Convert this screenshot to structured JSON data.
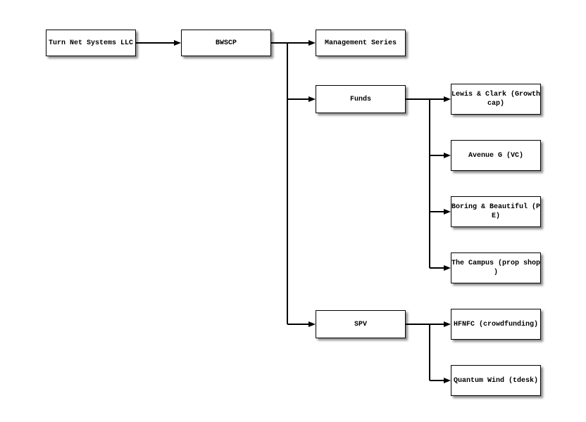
{
  "diagram": {
    "type": "org-chart",
    "colors": {
      "background": "#ffffff",
      "node_fill": "#ffffff",
      "node_border": "#000000",
      "edge": "#000000",
      "text": "#000000"
    },
    "nodes": {
      "turn": {
        "label": "Turn Net Systems LLC",
        "lines": [
          "Turn Net Systems LLC"
        ]
      },
      "bwscp": {
        "label": "BWSCP",
        "lines": [
          "BWSCP"
        ]
      },
      "mgmt": {
        "label": "Management Series",
        "lines": [
          "Management Series"
        ]
      },
      "funds": {
        "label": "Funds",
        "lines": [
          "Funds"
        ]
      },
      "spv": {
        "label": "SPV",
        "lines": [
          "SPV"
        ]
      },
      "lewis": {
        "label": "Lewis & Clark (Growth cap)",
        "lines": [
          "Lewis & Clark (Growth",
          "cap)"
        ]
      },
      "avenue": {
        "label": "Avenue G (VC)",
        "lines": [
          "Avenue G (VC)"
        ]
      },
      "boring": {
        "label": "Boring & Beautiful (PE)",
        "lines": [
          "Boring & Beautiful (P",
          "E)"
        ]
      },
      "campus": {
        "label": "The Campus (prop shop)",
        "lines": [
          "The Campus (prop shop",
          ")"
        ]
      },
      "hfnfc": {
        "label": "HFNFC (crowdfunding)",
        "lines": [
          "HFNFC (crowdfunding)"
        ]
      },
      "quantum": {
        "label": "Quantum Wind (tdesk)",
        "lines": [
          "Quantum Wind (tdesk)"
        ]
      }
    },
    "edges": [
      {
        "from": "Turn Net Systems LLC",
        "to": "BWSCP"
      },
      {
        "from": "BWSCP",
        "to": "Management Series"
      },
      {
        "from": "BWSCP",
        "to": "Funds"
      },
      {
        "from": "BWSCP",
        "to": "SPV"
      },
      {
        "from": "Funds",
        "to": "Lewis & Clark (Growth cap)"
      },
      {
        "from": "Funds",
        "to": "Avenue G (VC)"
      },
      {
        "from": "Funds",
        "to": "Boring & Beautiful (PE)"
      },
      {
        "from": "Funds",
        "to": "The Campus (prop shop)"
      },
      {
        "from": "SPV",
        "to": "HFNFC (crowdfunding)"
      },
      {
        "from": "SPV",
        "to": "Quantum Wind (tdesk)"
      }
    ]
  }
}
